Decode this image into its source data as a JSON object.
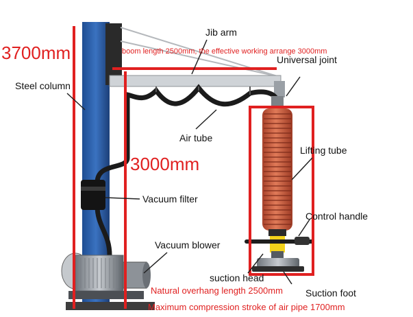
{
  "dimensions": {
    "column_height": "3700mm",
    "lifting_height": "3000mm"
  },
  "notes": {
    "boom": "boom length 2500mm, the effective working arrange 3000mm",
    "overhang": "Natural overhang length 2500mm",
    "compression": "Maximum compression stroke of air pipe 1700mm"
  },
  "labels": {
    "jib_arm": "Jib arm",
    "universal_joint": "Universal joint",
    "steel_column": "Steel column",
    "air_tube": "Air tube",
    "lifting_tube": "Lifting tube",
    "vacuum_filter": "Vacuum filter",
    "control_handle": "Control handle",
    "vacuum_blower": "Vacuum blower",
    "suction_head": "suction head",
    "suction_foot": "Suction foot"
  },
  "colors": {
    "column_blue": "#2c5fa8",
    "highlight_red": "#e02020",
    "tube_orange": "#d9684a",
    "arm_gray": "#c9ccd0",
    "handle_yellow": "#f2d21b"
  }
}
